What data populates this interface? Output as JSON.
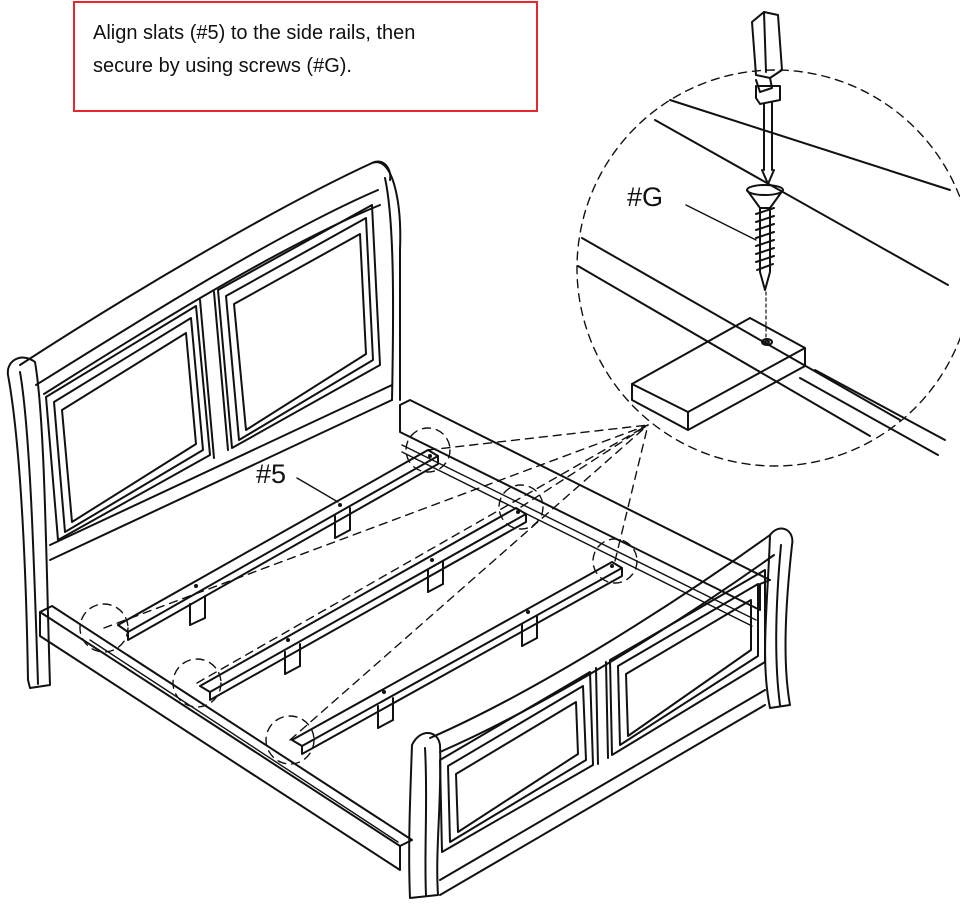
{
  "instruction": {
    "line1": "Align slats (#5) to the side rails, then",
    "line2": "secure by using screws (#G)."
  },
  "labels": {
    "screw": "#G",
    "slat": "#5"
  },
  "colors": {
    "callout_border": "#e8262e",
    "line": "#111111",
    "background": "#ffffff"
  },
  "icons": {
    "tool": "screwdriver-icon",
    "fastener": "screw-icon"
  }
}
